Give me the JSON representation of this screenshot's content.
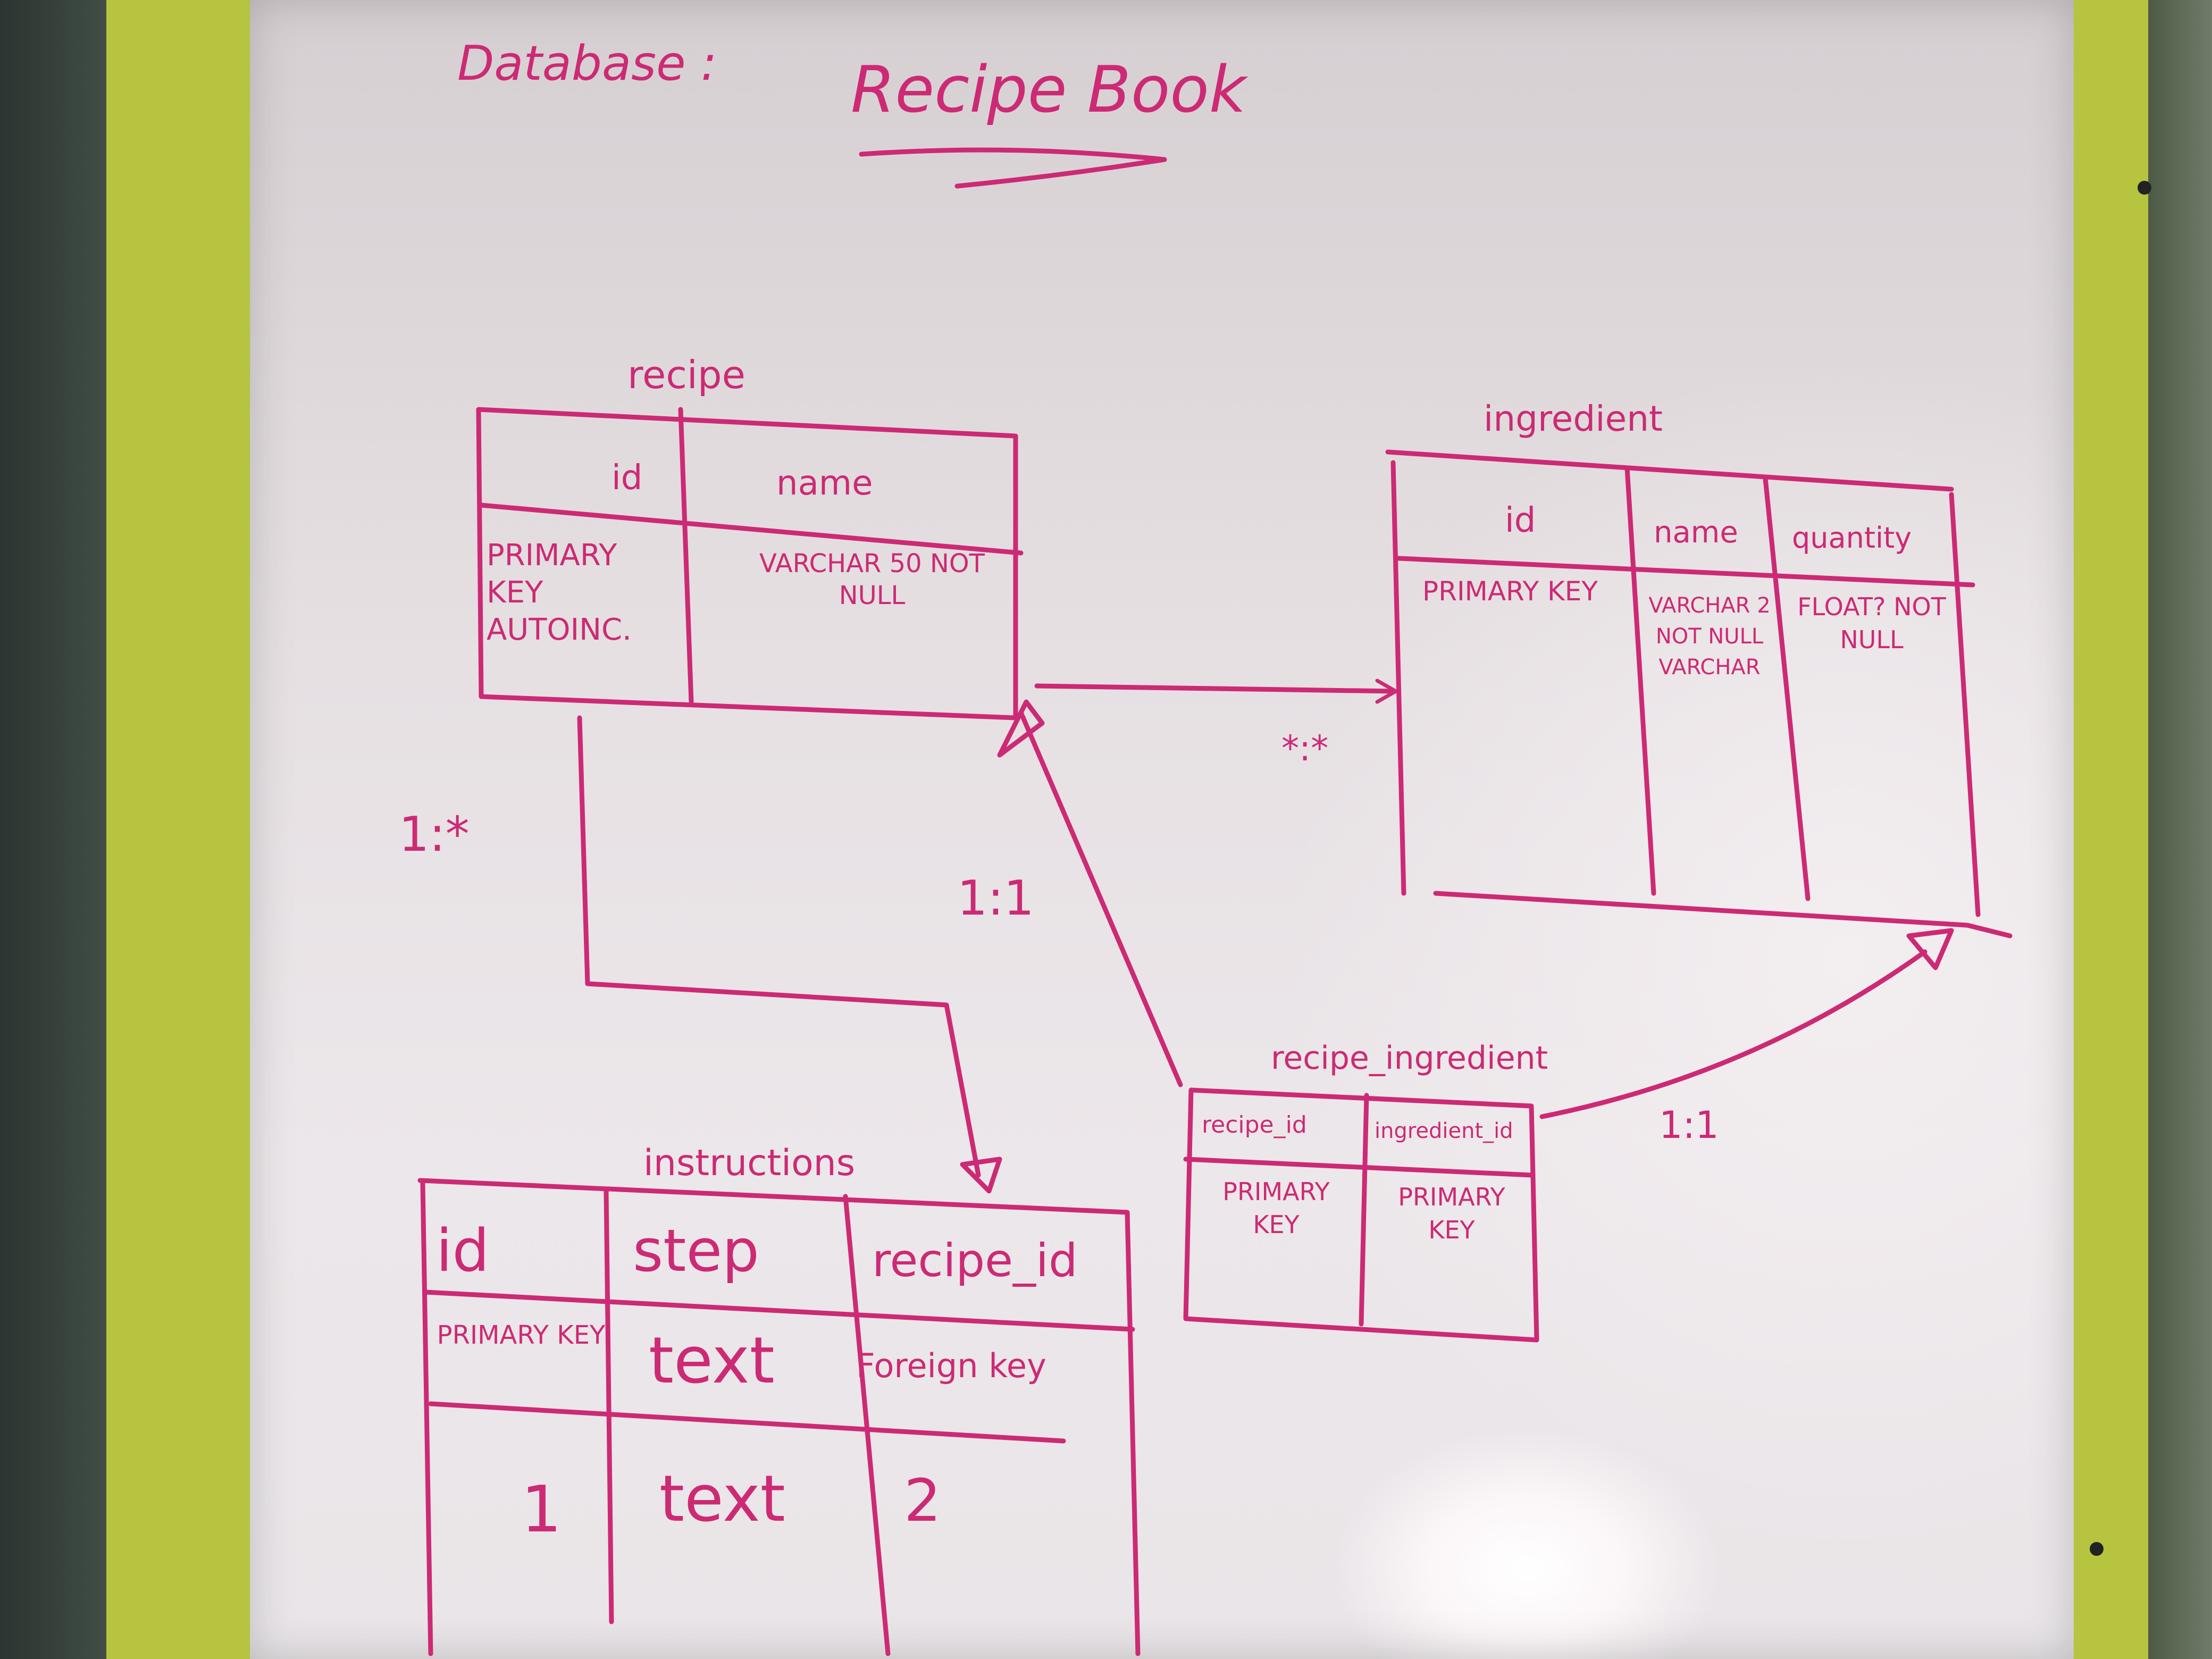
{
  "whiteboard": {
    "title_prefix": "Database :",
    "title": "Recipe Book"
  },
  "tables": {
    "recipe": {
      "name": "recipe",
      "columns": [
        "id",
        "name"
      ],
      "cells": [
        [
          "PRIMARY KEY AUTOINC.",
          "VARCHAR 50 NOT NULL"
        ]
      ]
    },
    "ingredient": {
      "name": "ingredient",
      "columns": [
        "id",
        "name",
        "quantity"
      ],
      "cells": [
        [
          "PRIMARY KEY",
          "VARCHAR 2 NOT NULL VARCHAR",
          "FLOAT? NOT NULL"
        ]
      ]
    },
    "recipe_ingredient": {
      "name": "recipe_ingredient",
      "columns": [
        "recipe_id",
        "ingredient_id"
      ],
      "cells": [
        [
          "PRIMARY KEY",
          "PRIMARY KEY"
        ]
      ]
    },
    "instructions": {
      "name": "instructions",
      "columns": [
        "id",
        "step",
        "recipe_id"
      ],
      "cells": [
        [
          "PRIMARY KEY",
          "text",
          "Foreign key"
        ],
        [
          "1",
          "text",
          "2"
        ]
      ]
    }
  },
  "relations": {
    "recipe_instructions": "1:*",
    "recipe_ingredient": "*:*",
    "recipe_recipe_ingredient": "1:1",
    "recipe_ingredient_ingredient": "1:1"
  },
  "colors": {
    "marker": "#cc2a74",
    "board": "#ece7ea",
    "frame": "#b6c43f"
  }
}
